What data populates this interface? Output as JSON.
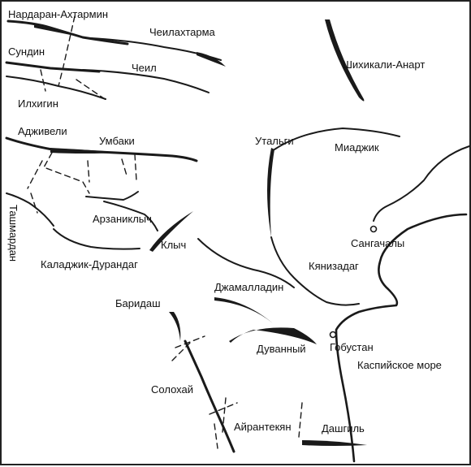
{
  "map": {
    "line_color": "#1a1a1a",
    "background": "#ffffff",
    "labels": {
      "nardaran": "Нардаран-Ахтармин",
      "cheilakhtarma": "Чеилахтарма",
      "sundin": "Сундин",
      "cheil": "Чеил",
      "shikhikali": "Шихикали-Анарт",
      "ilkhigin": "Илхигин",
      "adzhiveli": "Адживели",
      "umbaki": "Умбаки",
      "utalgi": "Утальги",
      "miadzhik": "Миаджик",
      "tashmardan": "Ташмардан",
      "arzaniklych": "Арзаниклыч",
      "sangachaly": "Сангачалы",
      "klych": "Клыч",
      "kalyadzhik": "Каладжик-Дурандаг",
      "kyanizadag": "Кянизадаг",
      "dzhamalladin": "Джамалладин",
      "baridash": "Баридаш",
      "duvanny": "Дуванный",
      "gobustan": "Гобустан",
      "caspian": "Каспийское море",
      "solokhai": "Солохай",
      "airantekyan": "Айрантекян",
      "dashgil": "Дашгиль"
    }
  }
}
